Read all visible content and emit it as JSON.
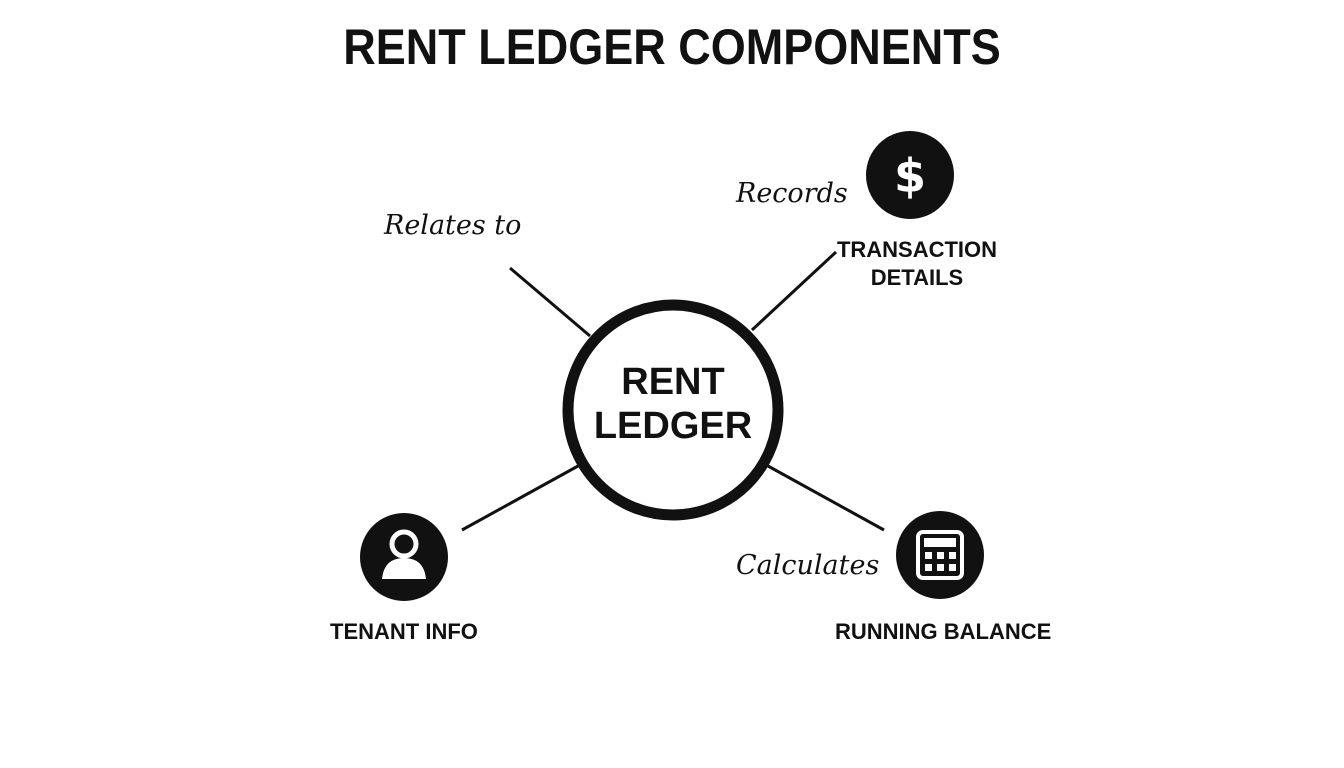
{
  "title": "RENT LEDGER COMPONENTS",
  "center": {
    "line1": "RENT",
    "line2": "LEDGER"
  },
  "nodes": {
    "transaction": {
      "label_line1": "TRANSACTION",
      "label_line2": "DETAILS",
      "icon": "dollar-icon",
      "relation": "Records"
    },
    "tenant": {
      "label": "TENANT INFO",
      "icon": "user-icon",
      "relation": "Relates to"
    },
    "balance": {
      "label": "RUNNING BALANCE",
      "icon": "calculator-icon",
      "relation": "Calculates"
    }
  },
  "colors": {
    "ink": "#111111",
    "background": "#ffffff"
  }
}
